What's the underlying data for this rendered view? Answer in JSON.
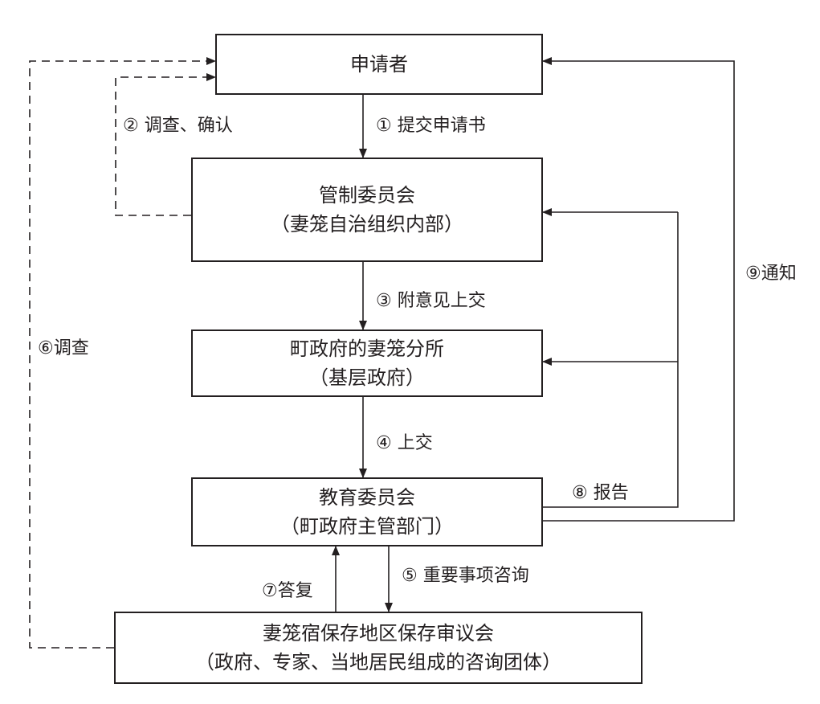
{
  "nodes": {
    "applicant": {
      "line1": "申请者"
    },
    "committee": {
      "line1": "管制委员会",
      "line2": "（妻笼自治组织内部）"
    },
    "branch": {
      "line1": "町政府的妻笼分所",
      "line2": "（基层政府）"
    },
    "education": {
      "line1": "教育委员会",
      "line2": "（町政府主管部门）"
    },
    "council": {
      "line1": "妻笼宿保存地区保存审议会",
      "line2": "（政府、专家、当地居民组成的咨询团体）"
    }
  },
  "edges": {
    "e1": "① 提交申请书",
    "e2": "② 调查、确认",
    "e3": "③ 附意见上交",
    "e4": "④ 上交",
    "e5": "⑤ 重要事项咨询",
    "e6": "⑥调查",
    "e7": "⑦答复",
    "e8": "⑧ 报告",
    "e9": "⑨通知"
  },
  "colors": {
    "line": "#231f20",
    "background": "#ffffff"
  }
}
